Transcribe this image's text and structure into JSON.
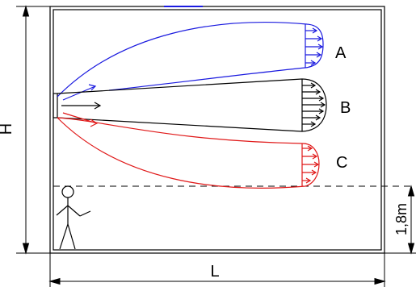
{
  "labels": {
    "jet_a": "A",
    "jet_b": "B",
    "jet_c": "C",
    "height": "H",
    "length": "L",
    "occupied_zone_height": "1,8m"
  },
  "colors": {
    "jet_a": "#1a1adf",
    "jet_b": "#000000",
    "jet_c": "#e01818",
    "frame": "#000000",
    "dashed_line": "#000000"
  },
  "icons": {
    "person": "stick-figure-icon"
  }
}
